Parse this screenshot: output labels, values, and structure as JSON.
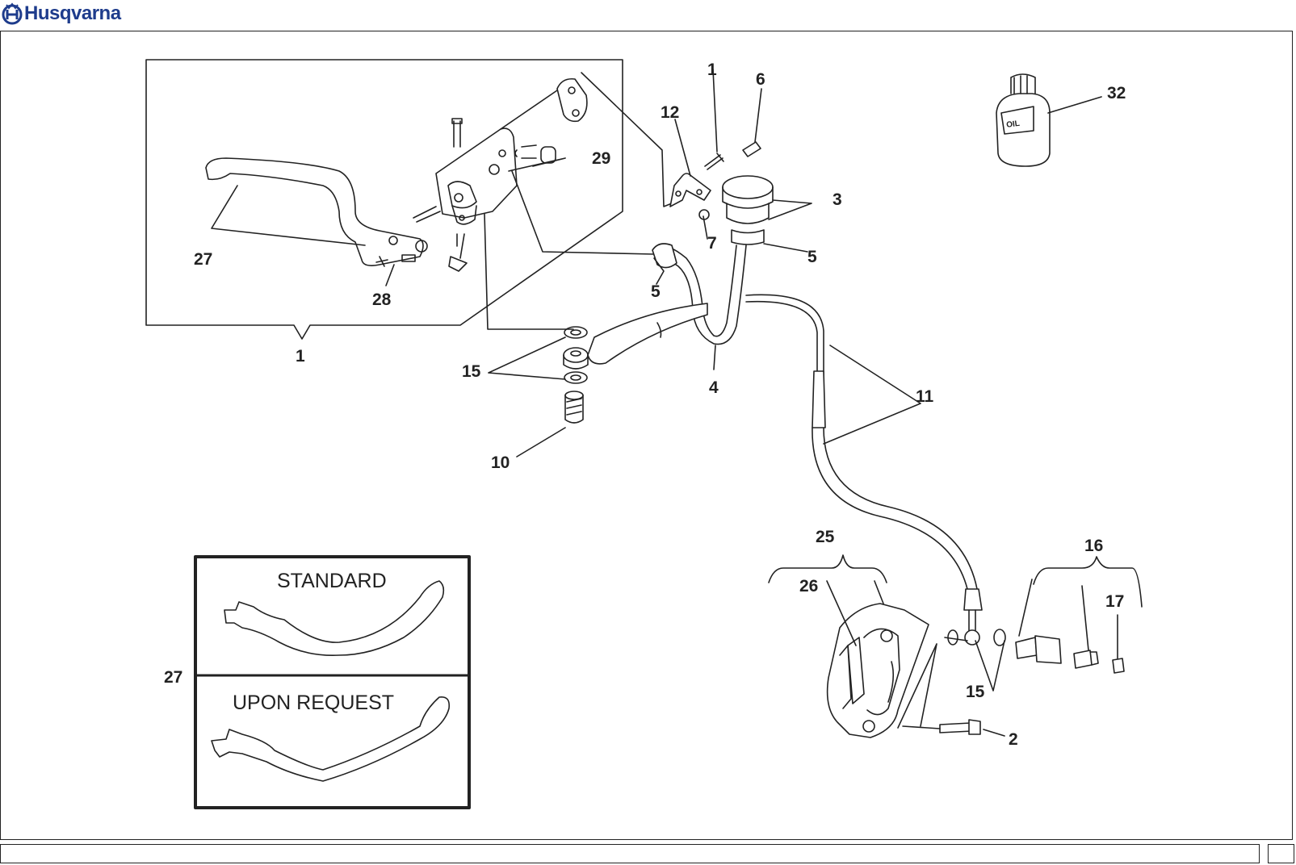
{
  "brand": {
    "name": "Husqvarna",
    "color": "#1e3c8c",
    "icon": "husqvarna-crown-logo"
  },
  "callouts": {
    "c1_top": "1",
    "c6": "6",
    "c12": "12",
    "c29": "29",
    "c3": "3",
    "c27": "27",
    "c28": "28",
    "c7": "7",
    "c5_right": "5",
    "c5_left": "5",
    "c1_group": "1",
    "c15_top": "15",
    "c4": "4",
    "c11": "11",
    "c10": "10",
    "c32": "32",
    "c25": "25",
    "c16": "16",
    "c26": "26",
    "c17": "17",
    "c15_bottom": "15",
    "c2": "2",
    "c27_box": "27"
  },
  "lever_box": {
    "standard": "STANDARD",
    "upon_request": "UPON REQUEST"
  },
  "bottle_label": "OIL"
}
